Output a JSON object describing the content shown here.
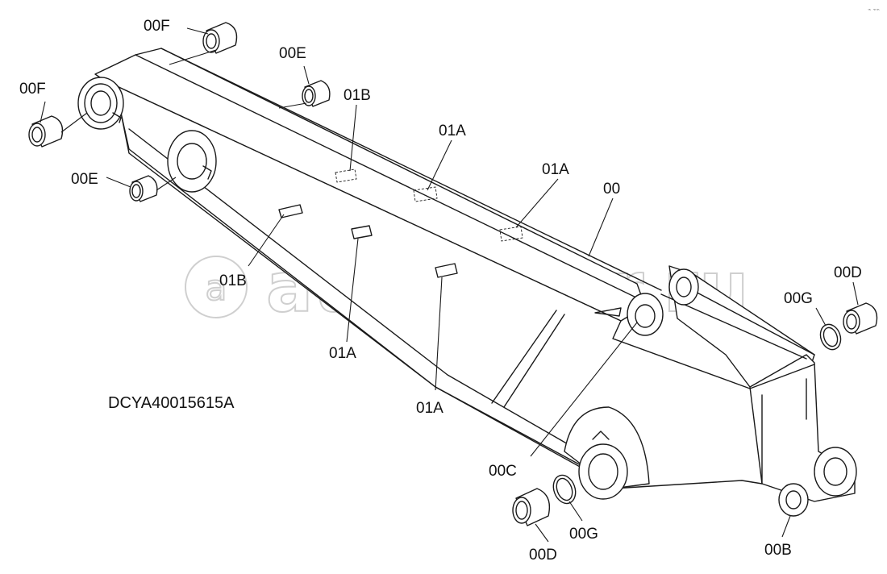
{
  "drawing": {
    "code": "DCYA40015615A",
    "watermark": "autopiter.ru",
    "corner_mark": "⌁ ⌁⌁",
    "labels": {
      "f_top": "00F",
      "f_left": "00F",
      "e_top": "00E",
      "e_left": "00E",
      "b_top": "01B",
      "b_mid": "01B",
      "a_top1": "01A",
      "a_top2": "01A",
      "a_mid1": "01A",
      "a_mid2": "01A",
      "main": "00",
      "d_right": "00D",
      "g_right": "00G",
      "c": "00C",
      "g_bottom": "00G",
      "d_bottom": "00D",
      "b_bottom": "00B"
    }
  }
}
